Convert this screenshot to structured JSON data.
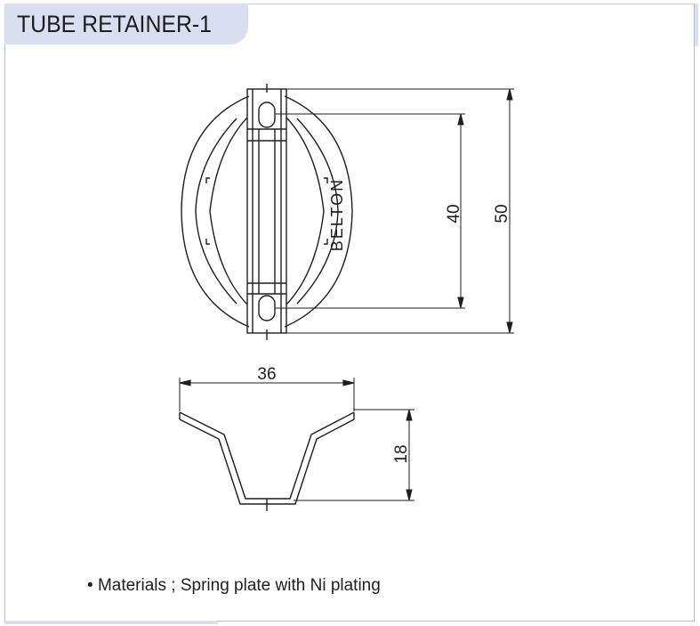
{
  "title": "TUBE RETAINER-1",
  "brand": "BELTON",
  "dimensions": {
    "total_height": "50",
    "hole_spacing": "40",
    "width": "36",
    "depth": "18"
  },
  "note": {
    "bullet": "•",
    "text": "Materials ; Spring plate with Ni plating"
  },
  "colors": {
    "header_tab": "#d9def0",
    "line": "#1e1e1e",
    "frame": "#b8bcc6"
  }
}
